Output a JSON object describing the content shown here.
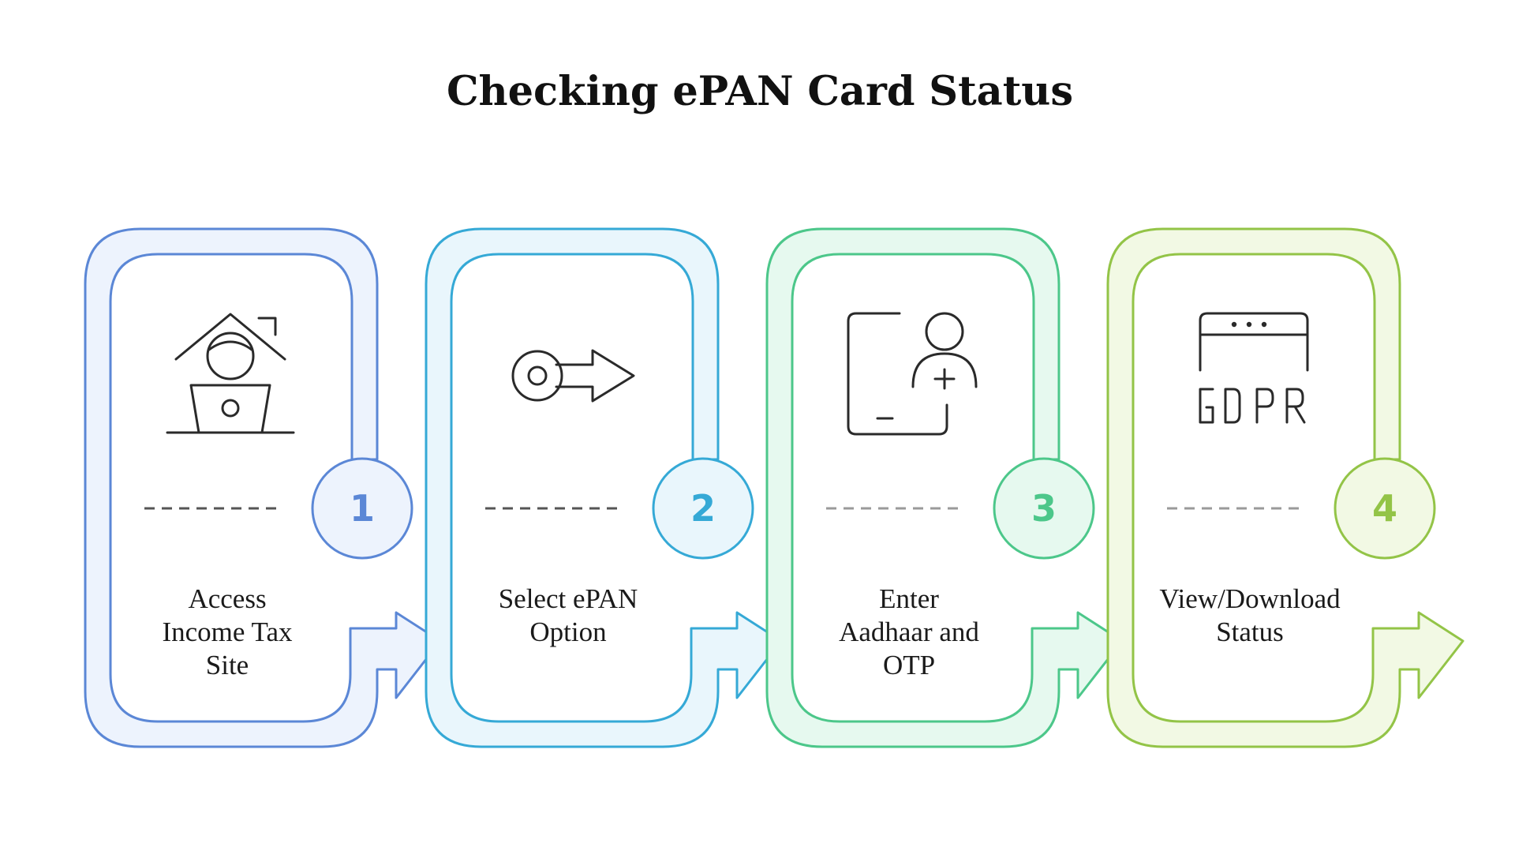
{
  "title": "Checking ePAN Card Status",
  "steps": [
    {
      "number": "1",
      "label_lines": [
        "Access",
        "Income Tax",
        "Site"
      ],
      "icon": "home-laptop-user-icon",
      "color": "#5b87d6",
      "fill": "#edf3fd"
    },
    {
      "number": "2",
      "label_lines": [
        "Select ePAN",
        "Option"
      ],
      "icon": "key-arrow-icon",
      "color": "#35a9d6",
      "fill": "#e9f6fc"
    },
    {
      "number": "3",
      "label_lines": [
        "Enter",
        "Aadhaar and",
        "OTP"
      ],
      "icon": "tablet-add-user-icon",
      "color": "#4cc78a",
      "fill": "#e6f9ef"
    },
    {
      "number": "4",
      "label_lines": [
        "View/Download",
        "Status"
      ],
      "icon": "gdpr-browser-icon",
      "color": "#93c447",
      "fill": "#f2f9e4"
    }
  ]
}
